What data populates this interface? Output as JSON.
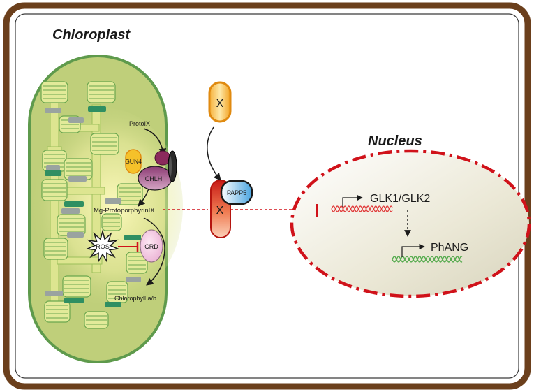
{
  "compartments": {
    "chloroplast": "Chloroplast",
    "nucleus": "Nucleus"
  },
  "molecules": {
    "protoix": "ProtoIX",
    "gun4": "GUN4",
    "chlh": "CHLH",
    "mg_proto": "Mg-ProtoporphyrinIX",
    "ros": "ROS",
    "crd": "CRD",
    "chlorophyll": "Chlorophyll a/b",
    "x_free": "X",
    "x_bound": "X",
    "papp5": "PAPP5"
  },
  "genes": {
    "glk": "GLK1/GLK2",
    "phang": "PhANG"
  },
  "colors": {
    "frame": "#6b3f1c",
    "chloroplast_fill": "#bfcf7a",
    "chloroplast_edge": "#5e9a4c",
    "thylakoid": "#e2ea99",
    "nucleus_edge": "#d0121a",
    "nucleus_fill": "#ebe8d6",
    "signal_red": "#d0121a",
    "gene_green": "#4fa848",
    "gene_red": "#e03a3a"
  }
}
